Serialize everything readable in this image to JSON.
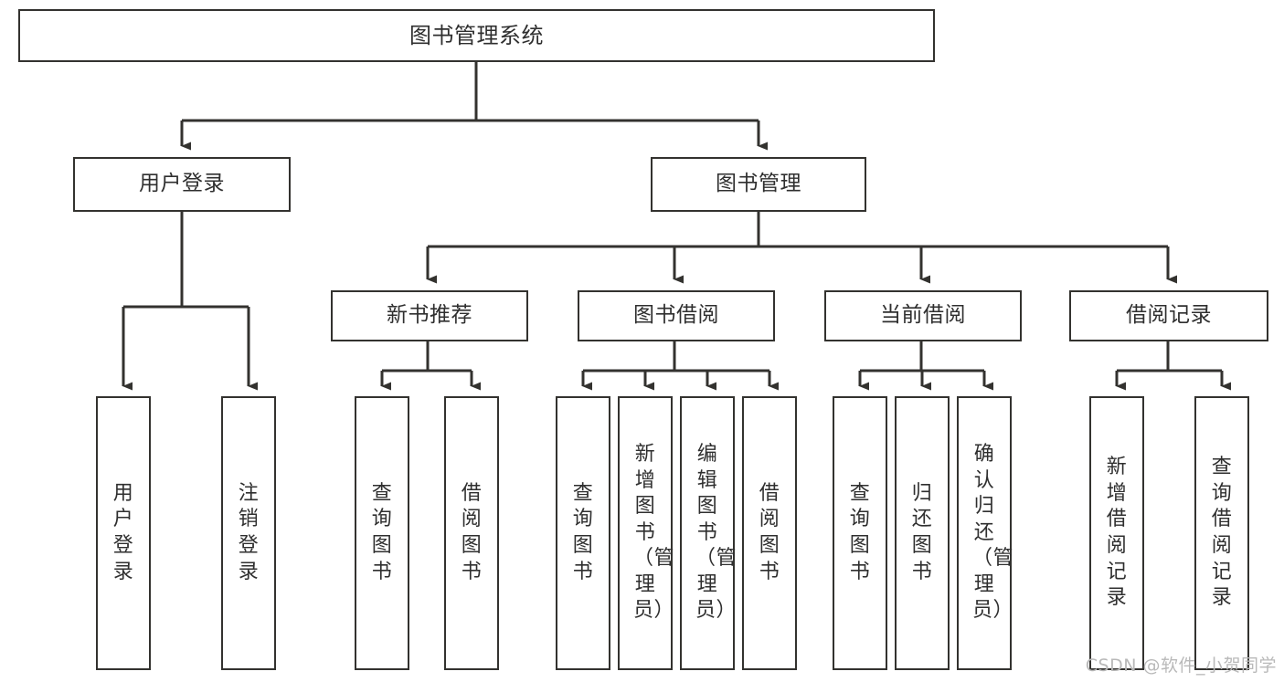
{
  "diagram": {
    "title": "图书管理系统",
    "type": "tree",
    "stroke_color": "#33322f",
    "text_color": "#2f2f2f",
    "background_color": "#ffffff",
    "root": {
      "id": "root",
      "label": "图书管理系统"
    },
    "level2": [
      {
        "id": "user-login",
        "label": "用户登录"
      },
      {
        "id": "book-manage",
        "label": "图书管理"
      }
    ],
    "level3": [
      {
        "id": "new-book-recommend",
        "label": "新书推荐"
      },
      {
        "id": "book-borrow",
        "label": "图书借阅"
      },
      {
        "id": "current-borrow",
        "label": "当前借阅"
      },
      {
        "id": "borrow-record",
        "label": "借阅记录"
      }
    ],
    "leaves": [
      {
        "id": "leaf-user-login",
        "label": "用户登录"
      },
      {
        "id": "leaf-user-logout",
        "label": "注销登录"
      },
      {
        "id": "leaf-query-book-1",
        "label": "查询图书"
      },
      {
        "id": "leaf-borrow-book-1",
        "label": "借阅图书"
      },
      {
        "id": "leaf-query-book-2",
        "label": "查询图书"
      },
      {
        "id": "leaf-add-book",
        "label": "新增图书（管理员）"
      },
      {
        "id": "leaf-edit-book",
        "label": "编辑图书（管理员）"
      },
      {
        "id": "leaf-borrow-book-2",
        "label": "借阅图书"
      },
      {
        "id": "leaf-query-book-3",
        "label": "查询图书"
      },
      {
        "id": "leaf-return-book",
        "label": "归还图书"
      },
      {
        "id": "leaf-confirm-return",
        "label": "确认归还（管理员）"
      },
      {
        "id": "leaf-add-record",
        "label": "新增借阅记录"
      },
      {
        "id": "leaf-query-record",
        "label": "查询借阅记录"
      }
    ]
  },
  "watermark": {
    "text": "CSDN @软件_小贺同学",
    "color": "#b9b9b9"
  }
}
